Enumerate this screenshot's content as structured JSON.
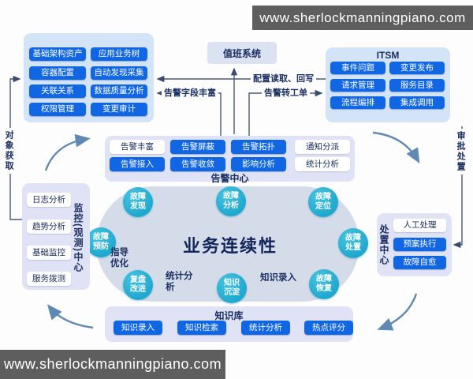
{
  "watermark_top": "www.sherlockmanningpiano.com",
  "watermark_bottom": "www.sherlockmanningpiano.com",
  "cmdb": {
    "items": [
      "基础架构资产",
      "应用业务树",
      "容器配置",
      "自动发现采集",
      "关联关系",
      "数据质量分析",
      "权限管理",
      "变更审计"
    ]
  },
  "duty_system": "值班系统",
  "itsm": {
    "title": "ITSM",
    "items": [
      "事件问题",
      "变更发布",
      "请求管理",
      "服务目录",
      "流程编排",
      "集成调用"
    ]
  },
  "flows": {
    "config_rw": "配置读取、回写",
    "alert_enrich": "告警字段丰富",
    "alert_to_ticket": "告警转工单",
    "object_acquire": "对象获取",
    "approve_dispose": "审批处置"
  },
  "alert_center": {
    "title": "告警中心",
    "row1": [
      "告警丰富",
      "告警屏蔽",
      "告警拓扑",
      "通知分派"
    ],
    "row2": [
      "告警接入",
      "告警收敛",
      "影响分析",
      "统计分析"
    ]
  },
  "monitor_center": {
    "title": "监控(观测)中心",
    "items": [
      "日志分析",
      "趋势分析",
      "基础监控",
      "服务拨测"
    ]
  },
  "dispose_center": {
    "title": "处置中心",
    "items": [
      "人工处理",
      "预案执行",
      "故障自愈"
    ]
  },
  "knowledge_base": {
    "title": "知识库",
    "items": [
      "知识录入",
      "知识检索",
      "统计分析",
      "热点评分"
    ]
  },
  "cycle": {
    "center": "业务连续性",
    "nodes": [
      "故障发现",
      "故障分析",
      "故障定位",
      "故障预防",
      "故障处置",
      "复盘改进",
      "知识沉淀",
      "故障恢复"
    ],
    "inline_labels": [
      "指导优化",
      "统计分析",
      "知识录入"
    ]
  },
  "colors": {
    "accent_blue": "#1166e3",
    "cyan": "#2ab5d6",
    "container": "#dfe3f5",
    "navy": "#1c2f63",
    "watermark_bg": "#5e5e5e"
  }
}
